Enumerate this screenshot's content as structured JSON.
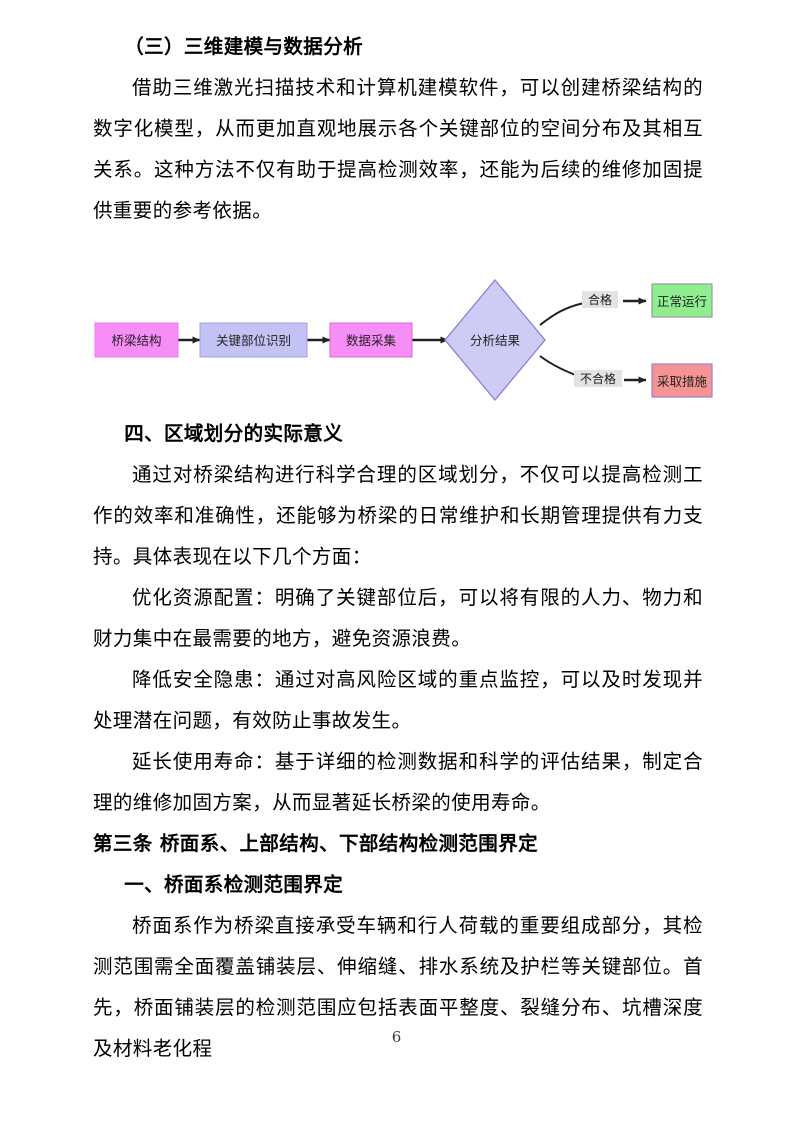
{
  "document": {
    "page_number": "6",
    "sections": [
      {
        "id": "sec-3d-modeling",
        "heading": "（三）三维建模与数据分析",
        "paragraphs": [
          "借助三维激光扫描技术和计算机建模软件，可以创建桥梁结构的数字化模型，从而更加直观地展示各个关键部位的空间分布及其相互关系。这种方法不仅有助于提高检测效率，还能为后续的维修加固提供重要的参考依据。"
        ]
      },
      {
        "id": "sec-region-meaning",
        "heading": "四、区域划分的实际意义",
        "paragraphs": [
          "通过对桥梁结构进行科学合理的区域划分，不仅可以提高检测工作的效率和准确性，还能够为桥梁的日常维护和长期管理提供有力支持。具体表现在以下几个方面：",
          "优化资源配置：明确了关键部位后，可以将有限的人力、物力和财力集中在最需要的地方，避免资源浪费。",
          "降低安全隐患：通过对高风险区域的重点监控，可以及时发现并处理潜在问题，有效防止事故发生。",
          "延长使用寿命：基于详细的检测数据和科学的评估结果，制定合理的维修加固方案，从而显著延长桥梁的使用寿命。"
        ]
      },
      {
        "id": "sec-article-three",
        "heading": "第三条 桥面系、上部结构、下部结构检测范围界定",
        "subheading": "一、桥面系检测范围界定",
        "paragraphs": [
          "桥面系作为桥梁直接承受车辆和行人荷载的重要组成部分，其检测范围需全面覆盖铺装层、伸缩缝、排水系统及护栏等关键部位。首先，桥面铺装层的检测范围应包括表面平整度、裂缝分布、坑槽深度及材料老化程"
        ]
      }
    ]
  },
  "flowchart": {
    "nodes": [
      {
        "id": "n1",
        "label": "桥梁结构",
        "shape": "rect",
        "fill": "#f78ef7",
        "stroke": "#f78ef7"
      },
      {
        "id": "n2",
        "label": "关键部位识别",
        "shape": "rect",
        "fill": "#c2c2f5",
        "stroke": "#a9a0e8"
      },
      {
        "id": "n3",
        "label": "数据采集",
        "shape": "rect",
        "fill": "#f78ef7",
        "stroke": "#d66ad6"
      },
      {
        "id": "n4",
        "label": "分析结果",
        "shape": "diamond",
        "fill": "#ccccf5",
        "stroke": "#8d7fd4"
      },
      {
        "id": "n5",
        "label": "正常运行",
        "shape": "rect",
        "fill": "#90ee90",
        "stroke": "#9a9a9a"
      },
      {
        "id": "n6",
        "label": "采取措施",
        "shape": "rect",
        "fill": "#f69494",
        "stroke": "#9b7fd4"
      }
    ],
    "edges": [
      {
        "from": "n1",
        "to": "n2",
        "label": ""
      },
      {
        "from": "n2",
        "to": "n3",
        "label": ""
      },
      {
        "from": "n3",
        "to": "n4",
        "label": ""
      },
      {
        "from": "n4",
        "to": "n5",
        "label": "合格"
      },
      {
        "from": "n4",
        "to": "n6",
        "label": "不合格"
      }
    ],
    "edge_label_bg": "#e3e3e3",
    "arrow_color": "#222222"
  }
}
